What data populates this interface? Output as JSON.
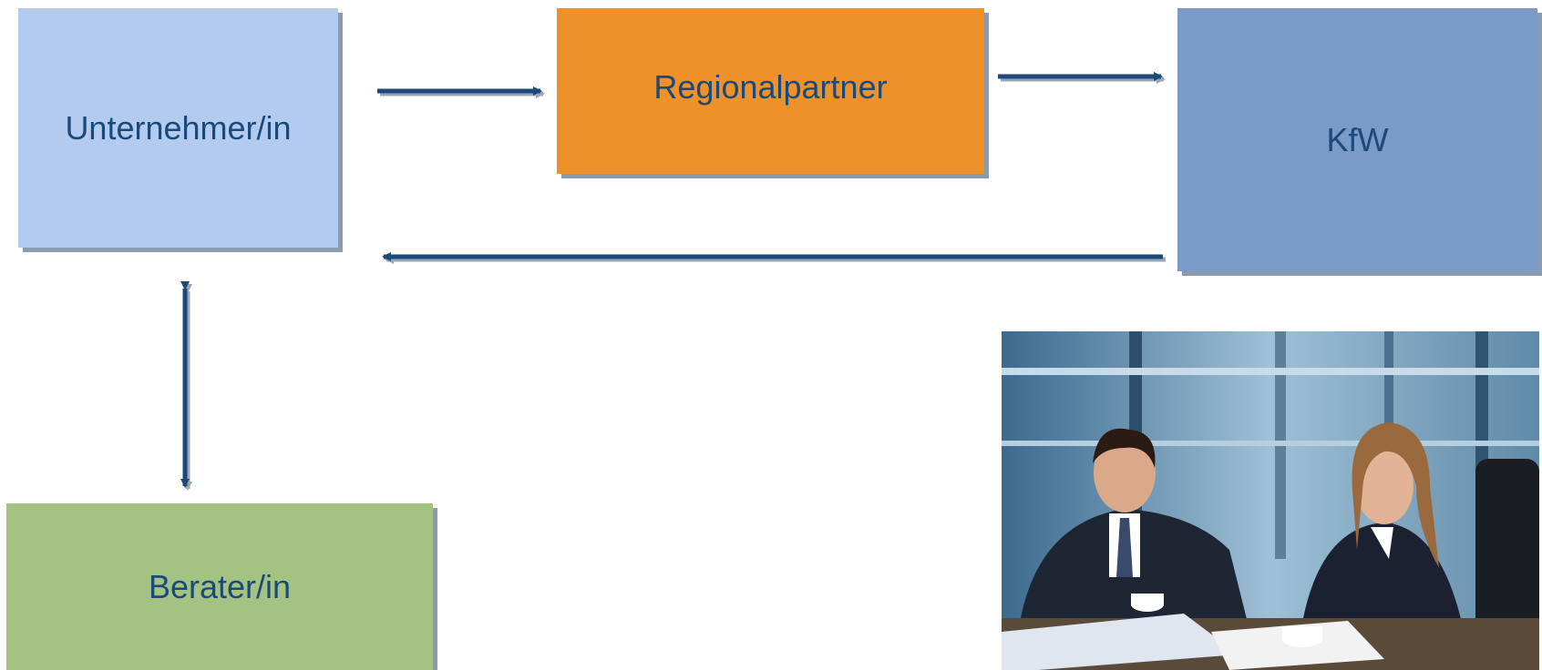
{
  "diagram": {
    "nodes": {
      "unternehmer": {
        "label": "Unternehmer/in",
        "color": "#b3cbef"
      },
      "regionalpartner": {
        "label": "Regionalpartner",
        "color": "#ed9128"
      },
      "kfw": {
        "label": "KfW",
        "color": "#7a9bc8"
      },
      "berater": {
        "label": "Berater/in",
        "color": "#a4c383"
      }
    },
    "edges": [
      {
        "from": "unternehmer",
        "to": "regionalpartner",
        "direction": "forward"
      },
      {
        "from": "regionalpartner",
        "to": "kfw",
        "direction": "forward"
      },
      {
        "from": "kfw",
        "to": "unternehmer",
        "direction": "forward"
      },
      {
        "from": "unternehmer",
        "to": "berater",
        "direction": "both"
      }
    ],
    "arrow_color": "#1b4a7a"
  },
  "photo": {
    "subject": "business-meeting-photo"
  }
}
